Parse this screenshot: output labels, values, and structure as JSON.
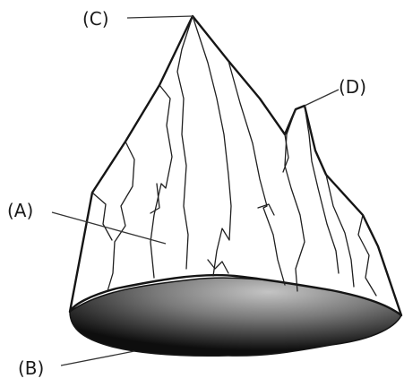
{
  "figure": {
    "labels": {
      "a": "(A)",
      "b": "(B)",
      "c": "(C)",
      "d": "(D)"
    },
    "colors": {
      "outline": "#151515",
      "base_dark": "#111111",
      "base_light": "#bdbdbd",
      "background": "#ffffff"
    }
  }
}
